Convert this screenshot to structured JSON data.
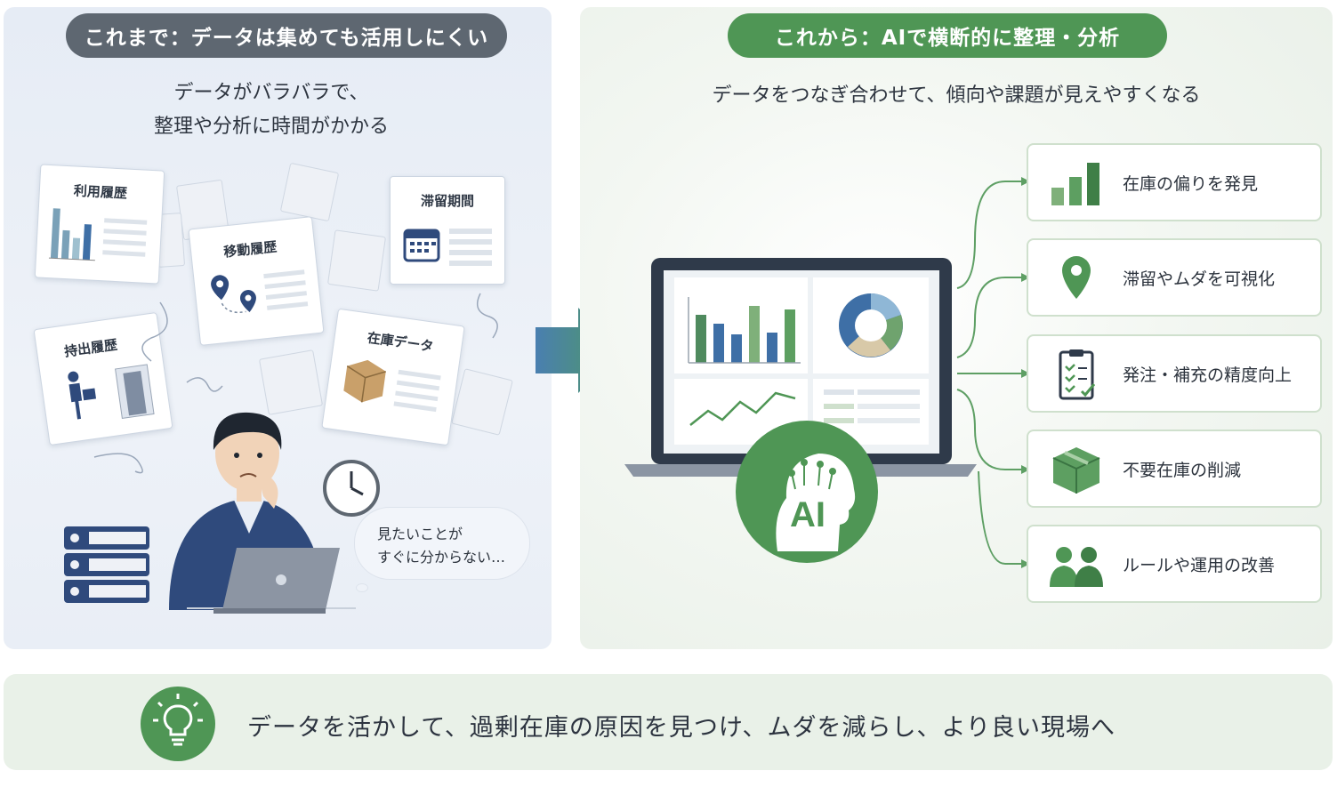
{
  "left": {
    "pill": "これまで：データは集めても活用しにくい",
    "subtitle_line1": "データがバラバラで、",
    "subtitle_line2": "整理や分析に時間がかかる",
    "docs": {
      "usage": "利用履歴",
      "movement": "移動履歴",
      "retention": "滞留期間",
      "carryout": "持出履歴",
      "inventory": "在庫データ"
    },
    "bubble_line1": "見たいことが",
    "bubble_line2": "すぐに分からない…"
  },
  "right": {
    "pill": "これから：AIで横断的に整理・分析",
    "subtitle": "データをつなぎ合わせて、傾向や課題が見えやすくなる",
    "ai_label": "AI",
    "benefits": [
      {
        "label": "在庫の偏りを発見",
        "icon": "bar-chart-icon"
      },
      {
        "label": "滞留やムダを可視化",
        "icon": "location-pin-icon"
      },
      {
        "label": "発注・補充の精度向上",
        "icon": "clipboard-check-icon"
      },
      {
        "label": "不要在庫の削減",
        "icon": "box-icon"
      },
      {
        "label": "ルールや運用の改善",
        "icon": "people-icon"
      }
    ]
  },
  "bottom": {
    "message": "データを活かして、過剰在庫の原因を見つけ、ムダを減らし、より良い現場へ",
    "icon": "lightbulb-icon"
  },
  "colors": {
    "green": "#4f9655",
    "gray_pill": "#5e6771",
    "navy": "#2f4a7c"
  }
}
